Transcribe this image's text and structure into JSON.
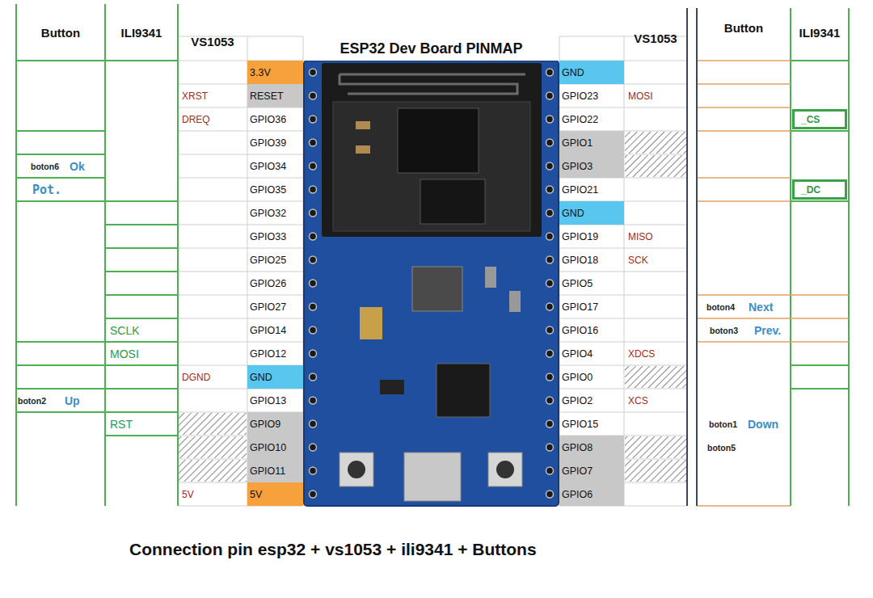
{
  "diagram": {
    "title": "ESP32 Dev Board PINMAP",
    "caption": "Connection pin esp32 + vs1053 + ili9341 + Buttons",
    "labels": [
      "Button",
      "ILI9341",
      "VS1053",
      "VS1053",
      "Button",
      "ILI9341",
      "3.3V",
      "GND",
      "XRST",
      "RESET",
      "GPIO23",
      "MOSI",
      "DREQ",
      "GPIO36",
      "GPIO22",
      "_CS",
      "GPIO39",
      "GPIO1",
      "boton6",
      "Ok",
      "GPIO34",
      "GPIO3",
      "Pot.",
      "GPIO35",
      "GPIO21",
      "_DC",
      "GPIO32",
      "GND",
      "GPIO33",
      "GPIO19",
      "MISO",
      "GPIO25",
      "GPIO18",
      "SCK",
      "GPIO26",
      "GPIO5",
      "GPIO27",
      "GPIO17",
      "boton4",
      "Next",
      "SCLK",
      "GPIO14",
      "GPIO16",
      "boton3",
      "Prev.",
      "MOSI",
      "GPIO12",
      "GPIO4",
      "XDCS",
      "DGND",
      "GND",
      "GPIO0",
      "boton2",
      "Up",
      "GPIO13",
      "GPIO2",
      "XCS",
      "RST",
      "GPIO9",
      "GPIO15",
      "boton1",
      "Down",
      "GPIO10",
      "GPIO8",
      "boton5",
      "GPIO11",
      "GPIO7",
      "5V",
      "5V",
      "GPIO6"
    ]
  }
}
